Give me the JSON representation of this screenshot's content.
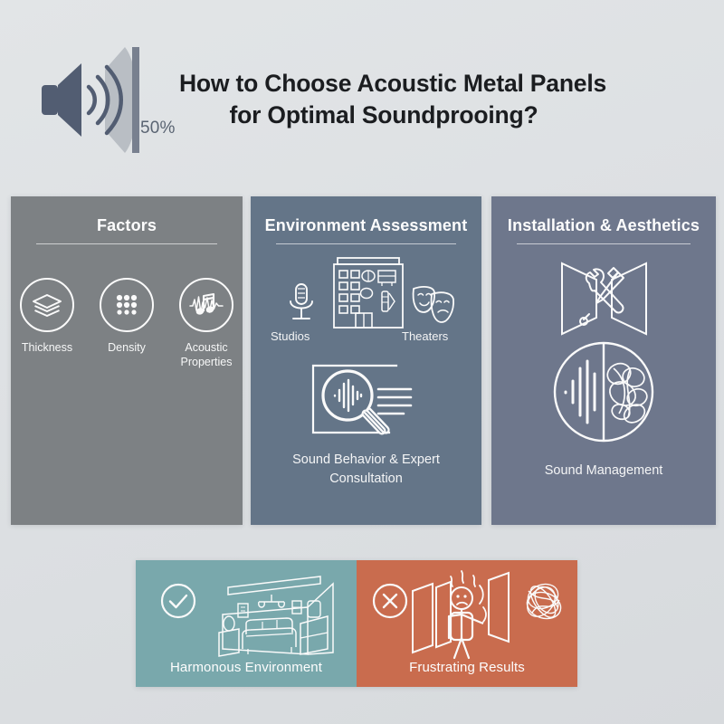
{
  "header": {
    "title_line1": "How to Choose Acoustic Metal Panels",
    "title_line2": "for Optimal Soundprooing?",
    "volume_level": "50%",
    "speaker_icon": "speaker-volume-icon"
  },
  "theme": {
    "background": "#dfe2e4",
    "title_color": "#1b1d20",
    "panel1_bg": "#7d8184",
    "panel2_bg": "#647588",
    "panel3_bg": "#6e778c",
    "harmonous_bg": "#79a8ac",
    "frustrating_bg": "#c96c4e",
    "icon_stroke": "#ffffff"
  },
  "panels": [
    {
      "id": "factors",
      "title": "Factors",
      "items": [
        {
          "label": "Thickness",
          "icon": "layers-icon"
        },
        {
          "label": "Density",
          "icon": "dot-grid-icon"
        },
        {
          "label": "Acoustic\nProperties",
          "label_line1": "Acoustic",
          "label_line2": "Properties",
          "icon": "music-note-waveform-icon"
        }
      ]
    },
    {
      "id": "environment-assessment",
      "title": "Environment Assessment",
      "studios_label": "Studios",
      "studios_icon": "microphone-icon",
      "building_icon": "office-building-icon",
      "theaters_label": "Theaters",
      "theaters_icon": "theater-masks-icon",
      "caption_line1": "Sound Behavior & Expert",
      "caption_line2": "Consultation",
      "caption_icon": "magnifier-waveform-document-icon"
    },
    {
      "id": "installation-aesthetics",
      "title": "Installation & Aesthetics",
      "tools_icon": "panels-wrench-screwdriver-icon",
      "caption": "Sound Management",
      "caption_icon": "split-circle-waveform-noise-icon"
    }
  ],
  "outcomes": [
    {
      "id": "harmonous",
      "label": "Harmonous Environment",
      "status_icon": "check-circle-icon",
      "scene_icon": "living-room-icon"
    },
    {
      "id": "frustrating",
      "label": "Frustrating Results",
      "status_icon": "x-circle-icon",
      "scene_icon": "frustrated-person-panels-icon",
      "noise_icon": "noise-scribble-icon"
    }
  ]
}
